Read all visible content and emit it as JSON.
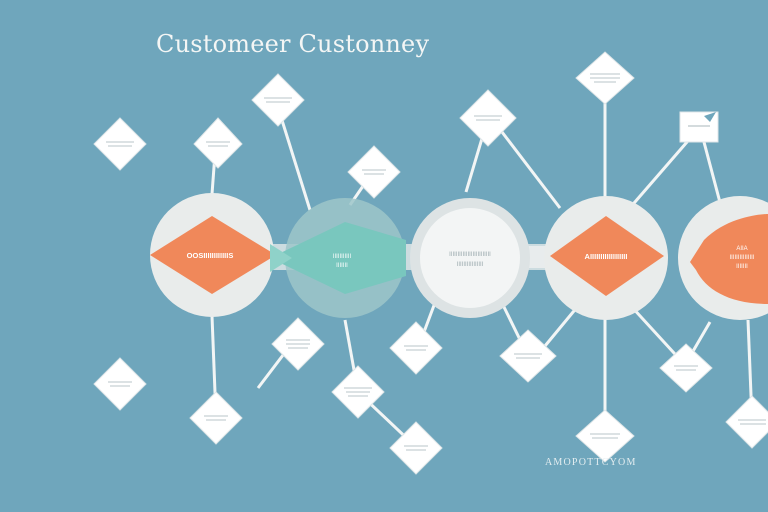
{
  "title": "Customeer Custonney",
  "footer_text": "AMOPOTTCYOM",
  "colors": {
    "background": "#6fa6bc",
    "circle_fill": "#e9eceb",
    "orange": "#f0885a",
    "teal": "#79c7be",
    "white": "#ffffff",
    "connector": "#f2f5f5"
  },
  "stages": [
    {
      "id": "stage-1",
      "label": "OOSIIIIIIIIIIIIS",
      "style": "orange"
    },
    {
      "id": "stage-2",
      "label": "IIIIIIIIIII",
      "sublabel": "IIIIIII",
      "style": "teal"
    },
    {
      "id": "stage-3",
      "label": "IIIIIIIIIIIIIIIIIIIIIIIII",
      "sublabel": "IIIIIIIIIIIIIIII",
      "style": "plain"
    },
    {
      "id": "stage-4",
      "label": "AIIIIIIIIIIIIIIIIII",
      "style": "orange"
    },
    {
      "id": "stage-5",
      "label": "AIIA",
      "sublabel": "IIIIIIIIIIIIIII",
      "sublabel2": "IIIIIII",
      "style": "orange"
    }
  ]
}
